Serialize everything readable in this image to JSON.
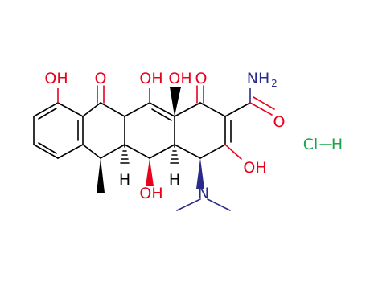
{
  "colors": {
    "oxygen": "#e8001c",
    "nitrogen": "#2a2a8c",
    "chlorine": "#19a34a",
    "carbon": "#000000"
  },
  "atoms": {
    "oh_c10": "OH",
    "o_c11": "O",
    "oh_c12": "OH",
    "oh_c12a": "OH",
    "o_c1": "O",
    "nh2_h": "NH",
    "nh2_sub": "2",
    "o_amide": "O",
    "oh_c3": "OH",
    "n_dimethyl": "N",
    "oh_c5": "OH",
    "h_c5a": "H",
    "h_c4a": "H",
    "cl": "Cl",
    "h_hcl": "H"
  }
}
